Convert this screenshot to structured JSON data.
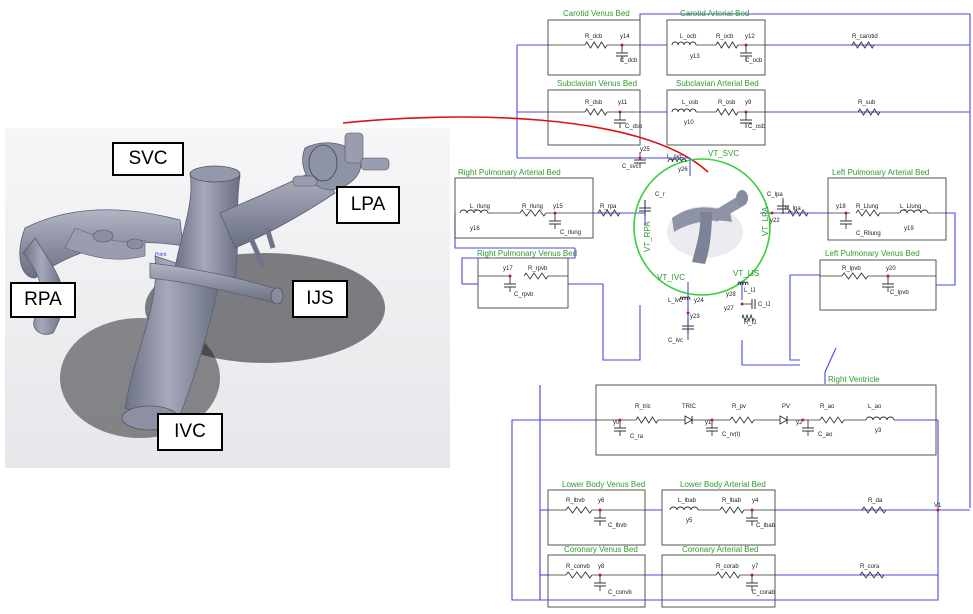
{
  "model_labels": {
    "svc": "SVC",
    "lpa": "LPA",
    "rpa": "RPA",
    "ijs": "IJS",
    "ivc": "IVC"
  },
  "beds": {
    "carotid_venus": "Carotid Venus Bed",
    "carotid_arterial": "Carotid Arterial Bed",
    "subclavian_venus": "Subclavian Venus Bed",
    "subclavian_arterial": "Subclavian Arterial Bed",
    "right_pulm_arterial": "Right Pulmonary Arterial Bed",
    "right_pulm_venus": "Right Pulmonary Venus Bed",
    "left_pulm_arterial": "Left Pulmonary Arterial Bed",
    "left_pulm_venus": "Left Pulmonary Venus Bed",
    "right_ventricle": "Right Ventricle",
    "lower_body_venus": "Lower Body Venus Bed",
    "lower_body_arterial": "Lower Body Arterial Bed",
    "coronary_venus": "Coronary Venus Bed",
    "coronary_arterial": "Coronary Arterial Bed"
  },
  "ports": {
    "svc": "VT_SVC",
    "rpa": "VT_RPA",
    "lpa": "VT_LPA",
    "ivc": "VT_IVC",
    "ijs": "VT_IJS"
  },
  "components": {
    "r_dcb": "R_dcb",
    "y14": "y14",
    "c_dcb": "C_dcb",
    "l_ocb": "L_ocb",
    "y13": "y13",
    "r_ocb": "R_ocb",
    "y12": "y12",
    "c_ocb": "C_ocb",
    "r_carotid": "R_carotid",
    "r_dsb": "R_dsb",
    "y11": "y11",
    "c_dsb": "C_dsb",
    "l_osb": "L_osb",
    "y10": "y10",
    "r_osb": "R_osb",
    "y9": "y9",
    "c_osb": "C_osb",
    "r_sub": "R_sub",
    "y25": "y25",
    "c_svc": "C_svc",
    "y26": "y26",
    "l_svc": "L_svc",
    "c_rpa": "C_r",
    "c_lpa": "C_lpa",
    "r_lpa": "R_lpa",
    "y22": "y22",
    "l_rlung": "L_rlung",
    "y16": "y16",
    "r_rlung": "R_rlung",
    "y15": "y15",
    "c_rlung": "C_rlung",
    "r_rpa": "R_rpa",
    "y18": "y18",
    "r_llung": "R_Llung",
    "c_llung": "C_Rllung",
    "l_llung": "L_Llung",
    "y19": "y19",
    "y17": "y17",
    "r_rpvb": "R_rpvb",
    "c_rpvb": "C_rpvb",
    "r_lpvb": "R_lpvb",
    "y20": "y20",
    "c_lpvb": "C_lpvb",
    "l_ivc": "L_ivc",
    "y24": "y24",
    "y23": "y23",
    "c_ivc": "C_ivc",
    "l_ij": "L_IJ",
    "y28": "y28",
    "y27": "y27",
    "c_ij": "C_IJ",
    "r_ij": "R_IJ",
    "y0": "y0",
    "r_tric": "R_tric",
    "c_ra": "C_ra",
    "tric": "TRIC",
    "y1": "y1",
    "r_pv": "R_pv",
    "c_rv": "C_rv(t)",
    "pv": "PV",
    "y2": "y2",
    "r_ao": "R_ao",
    "c_ao": "C_ao",
    "l_ao": "L_ao",
    "y3": "y3",
    "r_lbvb": "R_lbvb",
    "y6": "y6",
    "c_lbvb": "C_lbvb",
    "l_lbab": "L_lbab",
    "y5": "y5",
    "r_lbab": "R_lbab",
    "y4": "y4",
    "c_lbab": "C_lbab",
    "r_da": "R_da",
    "v1": "V1",
    "r_convb": "R_convb",
    "y8": "y8",
    "c_convb": "C_convb",
    "r_corab": "R_corab",
    "y7": "y7",
    "c_corab": "C_corab",
    "r_cora": "R_cora"
  },
  "colors": {
    "wire": "#4a4adf",
    "box": "#444444",
    "component": "#cc2222",
    "port_title": "#2e9a2e",
    "callout_line": "#dd1111",
    "vessel": "#8e92a6"
  }
}
